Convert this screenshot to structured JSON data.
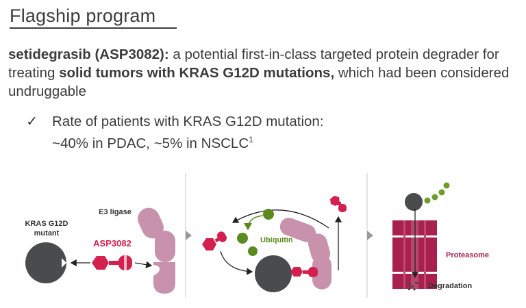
{
  "title": "Flagship program",
  "lead": {
    "drug": "setidegrasib (ASP3082):",
    "text1": " a potential first-in-class targeted protein degrader for treating ",
    "highlight": "solid tumors with KRAS G12D mutations,",
    "text2": " which had been considered undruggable"
  },
  "bullet": {
    "check": "✓",
    "line1": "Rate of patients with KRAS G12D mutation:",
    "line2": "~40% in PDAC, ~5% in NSCLC",
    "footnote": "1"
  },
  "diagram": {
    "kras_label_1": "KRAS G12D",
    "kras_label_2": "mutant",
    "drug_label": "ASP3082",
    "e3_label": "E3 ligase",
    "ubiquitin_label": "Ubiquitin",
    "proteasome_label": "Proteasome",
    "degradation_label": "Degradation",
    "colors": {
      "kras": "#4a4b4d",
      "drug": "#d4204f",
      "e3": "#c892ad",
      "ubiquitin": "#5b8a1e",
      "proteasome": "#a8204d",
      "divider": "#c8c8c8"
    }
  }
}
